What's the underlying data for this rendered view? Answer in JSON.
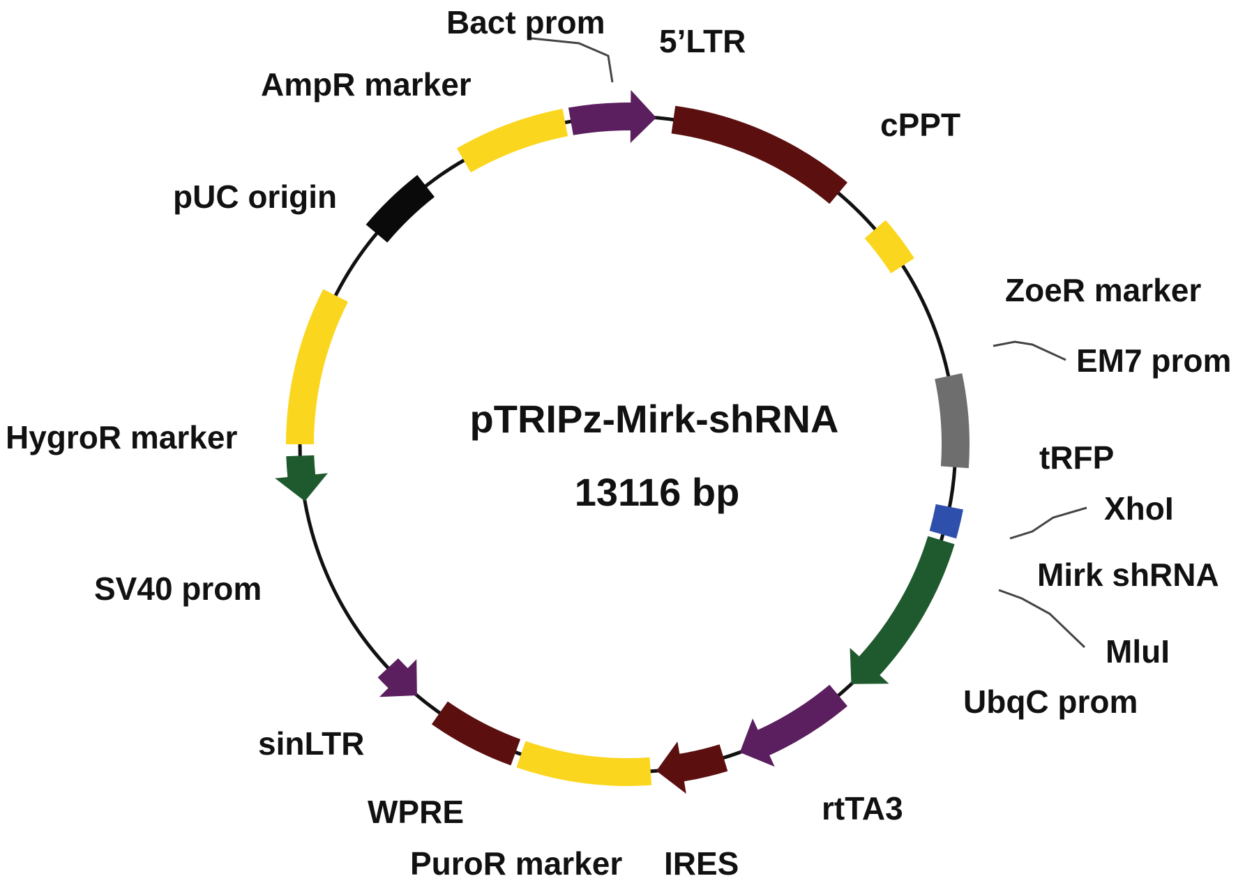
{
  "plasmid": {
    "name": "pTRIPz-Mirk-shRNA",
    "size": "13116 bp"
  },
  "features": [
    {
      "id": "5ltr",
      "label": "5’LTR",
      "color": "#5b1e5e",
      "shape": "arrow"
    },
    {
      "id": "cppt",
      "label": "cPPT",
      "color": "#5c0f0f",
      "shape": "block"
    },
    {
      "id": "zoer",
      "label": "ZoeR marker",
      "color": "#fbd61f",
      "shape": "block"
    },
    {
      "id": "trfp",
      "label": "tRFP",
      "color": "#6e6e6e",
      "shape": "block"
    },
    {
      "id": "mirk",
      "label": "Mirk shRNA",
      "color": "#2f4fad",
      "shape": "block"
    },
    {
      "id": "ubqc",
      "label": "UbqC prom",
      "color": "#1f5a2e",
      "shape": "arrow"
    },
    {
      "id": "rtta3",
      "label": "rtTA3",
      "color": "#5b1e5e",
      "shape": "arrow"
    },
    {
      "id": "ires",
      "label": "IRES",
      "color": "#5c0f0f",
      "shape": "arrow"
    },
    {
      "id": "puror",
      "label": "PuroR marker",
      "color": "#fbd61f",
      "shape": "block"
    },
    {
      "id": "wpre",
      "label": "WPRE",
      "color": "#5c0f0f",
      "shape": "block"
    },
    {
      "id": "sinltr",
      "label": "sinLTR",
      "color": "#5b1e5e",
      "shape": "arrow"
    },
    {
      "id": "sv40",
      "label": "SV40 prom",
      "color": "#1f5a2e",
      "shape": "arrow"
    },
    {
      "id": "hygror",
      "label": "HygroR marker",
      "color": "#fbd61f",
      "shape": "block"
    },
    {
      "id": "puc",
      "label": "pUC origin",
      "color": "#0a0a0a",
      "shape": "block"
    },
    {
      "id": "ampr",
      "label": "AmpR marker",
      "color": "#fbd61f",
      "shape": "block"
    }
  ],
  "sites": [
    {
      "id": "bact",
      "label": "Bact prom"
    },
    {
      "id": "em7",
      "label": "EM7 prom"
    },
    {
      "id": "xhoi",
      "label": "XhoI"
    },
    {
      "id": "mlui",
      "label": "MluI"
    }
  ]
}
